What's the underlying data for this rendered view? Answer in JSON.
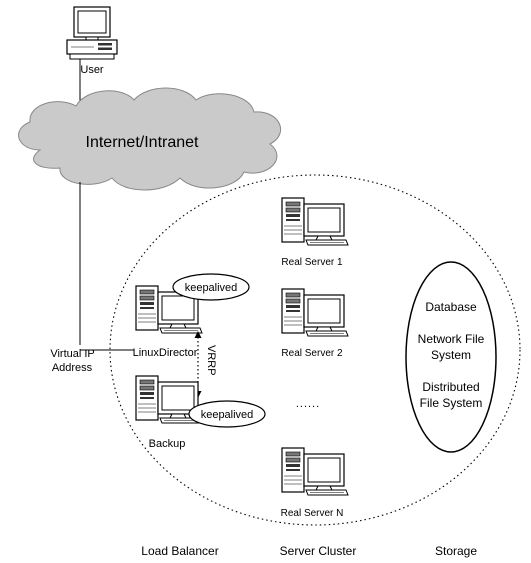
{
  "labels": {
    "user": "User",
    "network": "Internet/Intranet",
    "virtual_ip_line1": "Virtual IP",
    "virtual_ip_line2": "Address",
    "director": "LinuxDirector",
    "backup": "Backup",
    "keepalived_top": "keepalived",
    "keepalived_bottom": "keepalived",
    "vrrp": "VRRP",
    "real_server_1": "Real Server 1",
    "real_server_2": "Real Server 2",
    "real_server_n": "Real Server N",
    "ellipsis": "......",
    "storage_items": [
      "Database",
      "Network File",
      "System",
      "Distributed",
      "File System"
    ],
    "footer": {
      "load_balancer": "Load Balancer",
      "server_cluster": "Server Cluster",
      "storage": "Storage"
    }
  }
}
